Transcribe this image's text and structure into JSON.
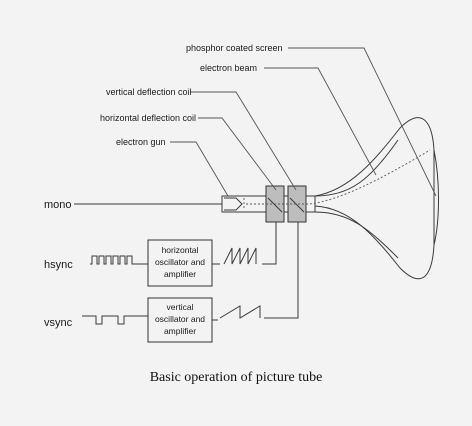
{
  "labels": {
    "phosphor": "phosphor coated screen",
    "beam": "electron beam",
    "vcoil": "vertical deflection coil",
    "hcoil": "horizontal deflection coil",
    "gun": "electron gun"
  },
  "signals": {
    "mono": "mono",
    "hsync": "hsync",
    "vsync": "vsync"
  },
  "boxes": {
    "horizontal": [
      "horizontal",
      "oscillator and",
      "amplifier"
    ],
    "vertical": [
      "vertical",
      "oscillator and",
      "amplifier"
    ]
  },
  "caption": "Basic operation of picture tube"
}
